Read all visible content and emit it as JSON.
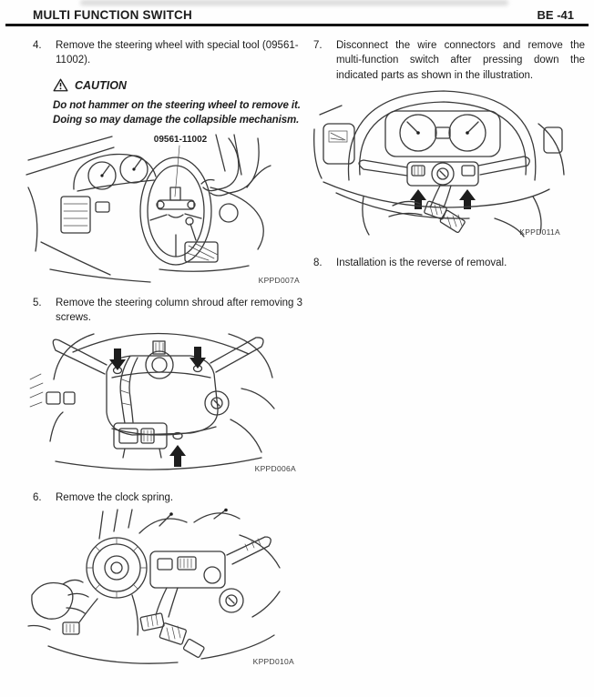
{
  "header": {
    "title": "MULTI FUNCTION SWITCH",
    "page_number": "BE -41"
  },
  "steps": [
    {
      "number": "4.",
      "text": "Remove the steering wheel with special tool (09561-11002)."
    },
    {
      "number": "5.",
      "text": "Remove the steering column shroud after removing 3 screws."
    },
    {
      "number": "6.",
      "text": "Remove the clock spring."
    },
    {
      "number": "7.",
      "text": "Disconnect the wire connectors and remove the multi-function switch after pressing down the indicated parts as shown in the illustration."
    },
    {
      "number": "8.",
      "text": "Installation is the reverse of removal."
    }
  ],
  "caution": {
    "icon": "warning-triangle",
    "label": "CAUTION",
    "text": "Do not hammer on the steering wheel to remove it. Doing so may damage the collapsible mechanism."
  },
  "figures": [
    {
      "name": "steering-wheel-removal",
      "callout": "09561-11002",
      "code": "KPPD007A"
    },
    {
      "name": "steering-column-shroud",
      "code": "KPPD006A"
    },
    {
      "name": "clock-spring",
      "code": "KPPD010A"
    },
    {
      "name": "multi-function-switch",
      "code": "KPPD011A"
    }
  ]
}
